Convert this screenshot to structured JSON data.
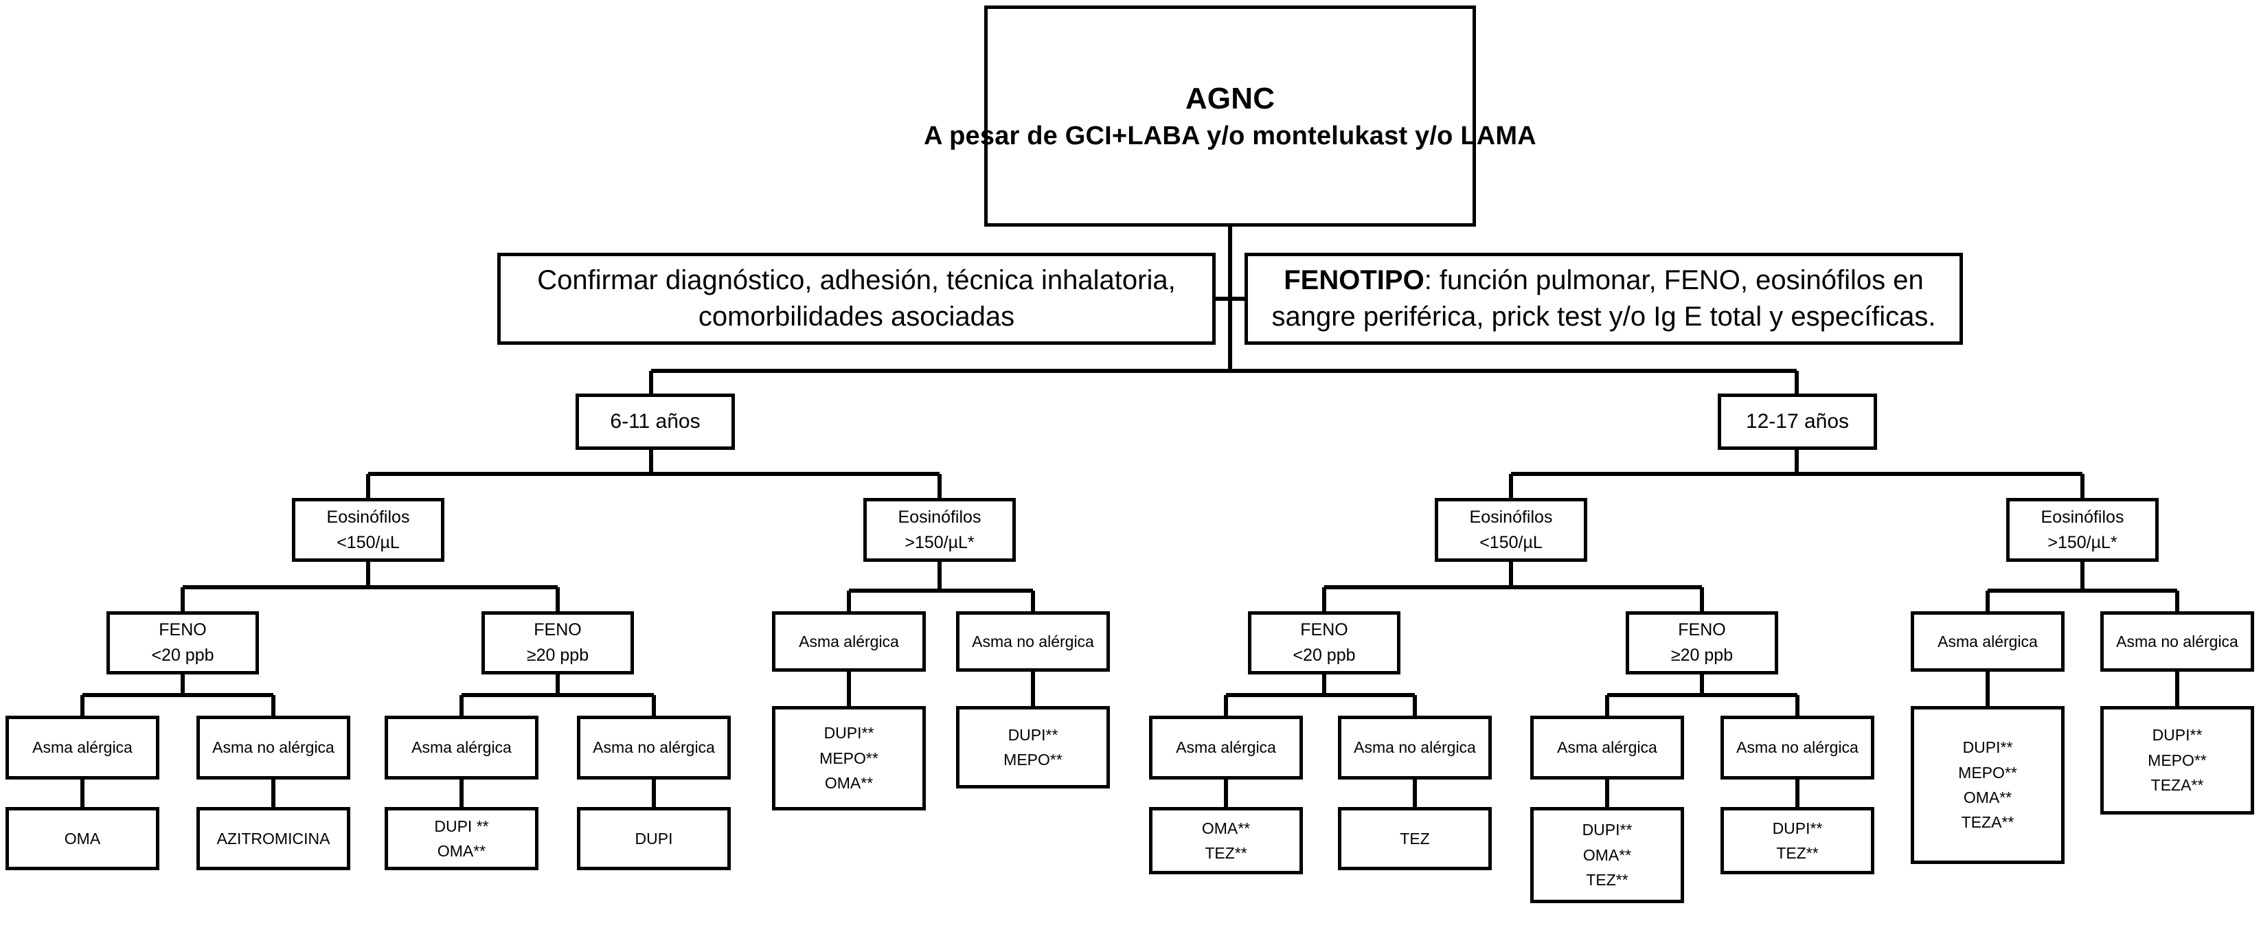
{
  "diagram": {
    "title": "AGNC",
    "subtitle": "A pesar de GCI+LABA y/o montelukast y/o LAMA",
    "row2": {
      "left": {
        "line1": "Confirmar diagnóstico, adhesión, técnica inhalatoria,",
        "line2": "comorbilidades asociadas"
      },
      "right": {
        "label": "FENOTIPO",
        "line1_rest": ": función pulmonar, FENO, eosinófilos en",
        "line2": "sangre periférica, prick test y/o Ig E total y específicas."
      }
    },
    "age_groups": {
      "child": "6-11 años",
      "teen": "12-17 años"
    },
    "eosinophils": {
      "label": "Eosinófilos",
      "low": "<150/µL",
      "high": ">150/µL*"
    },
    "feno": {
      "label": "FENO",
      "low": "<20 ppb",
      "high": "≥20 ppb"
    },
    "phenotype": {
      "allergic": "Asma alérgica",
      "non_allergic": "Asma no alérgica"
    },
    "treatments": {
      "child_low_eos_low_feno_allergic": [
        "OMA"
      ],
      "child_low_eos_low_feno_nonallergic": [
        "AZITROMICINA"
      ],
      "child_low_eos_high_feno_allergic": [
        "DUPI **",
        "OMA**"
      ],
      "child_low_eos_high_feno_nonallergic": [
        "DUPI"
      ],
      "child_high_eos_allergic": [
        "DUPI**",
        "MEPO**",
        "OMA**"
      ],
      "child_high_eos_nonallergic": [
        "DUPI**",
        "MEPO**"
      ],
      "teen_low_eos_low_feno_allergic": [
        "OMA**",
        "TEZ**"
      ],
      "teen_low_eos_low_feno_nonallergic": [
        "TEZ"
      ],
      "teen_low_eos_high_feno_allergic": [
        "DUPI**",
        "OMA**",
        "TEZ**"
      ],
      "teen_low_eos_high_feno_nonallergic": [
        "DUPI**",
        "TEZ**"
      ],
      "teen_high_eos_allergic": [
        "DUPI**",
        "MEPO**",
        "OMA**",
        "TEZA**"
      ],
      "teen_high_eos_nonallergic": [
        "DUPI**",
        "MEPO**",
        "TEZA**"
      ]
    },
    "colors": {
      "stroke": "#000000",
      "background": "#ffffff",
      "text": "#000000"
    }
  }
}
